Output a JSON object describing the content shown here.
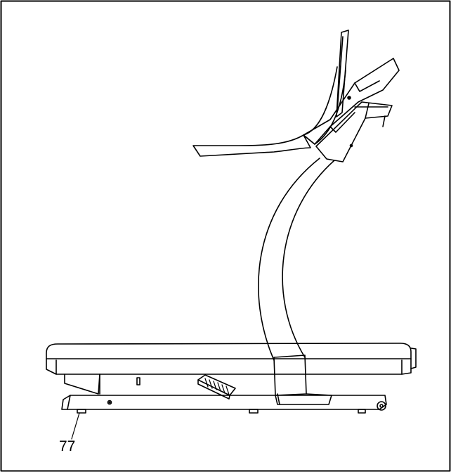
{
  "diagram": {
    "subject": "treadmill",
    "view": "side",
    "callouts": [
      {
        "label": "77"
      }
    ]
  }
}
